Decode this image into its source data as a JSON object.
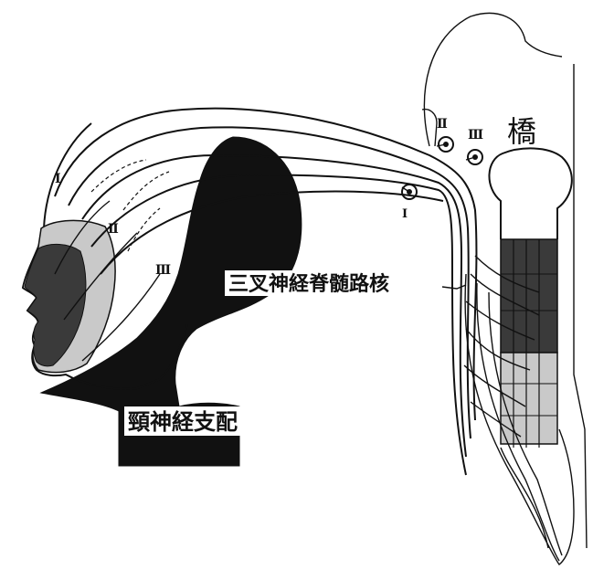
{
  "labels": {
    "pons": "橋",
    "spinal_trigeminal_nucleus": "三叉神経脊髄路核",
    "cervical_nerve_territory": "頸神経支配"
  },
  "roman_numerals": {
    "v1": "Ⅰ",
    "v2": "Ⅱ",
    "v3": "Ⅲ"
  },
  "colors": {
    "ink": "#111111",
    "paper": "#ffffff",
    "shade_light": "#c9c9c9",
    "shade_dark": "#3a3a3a"
  }
}
